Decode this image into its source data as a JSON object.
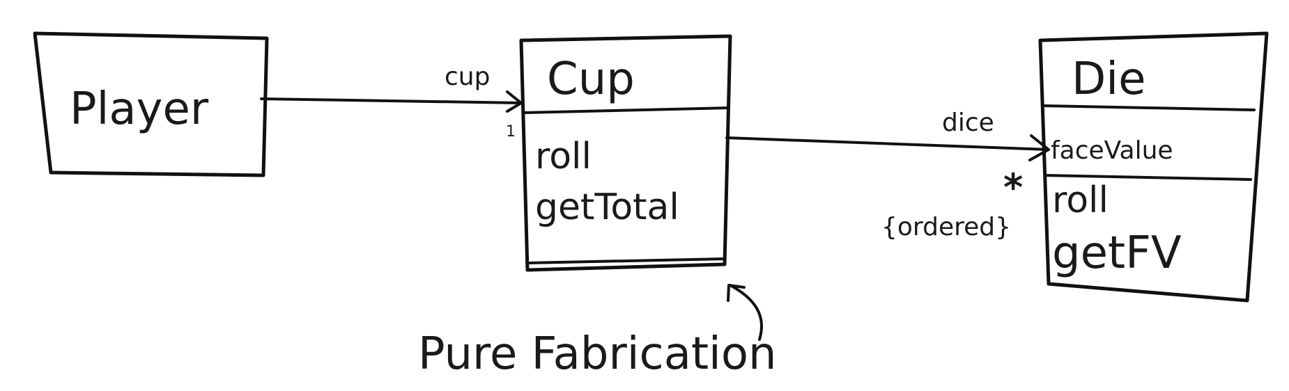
{
  "classes": {
    "player": {
      "name": "Player"
    },
    "cup": {
      "name": "Cup",
      "operations": [
        "roll",
        "getTotal"
      ]
    },
    "die": {
      "name": "Die",
      "attributes": [
        "faceValue"
      ],
      "operations": [
        "roll",
        "getFV"
      ]
    }
  },
  "associations": {
    "player_cup": {
      "role": "cup",
      "multiplicity": "1"
    },
    "cup_die": {
      "role": "dice",
      "multiplicity": "*",
      "constraint": "{ordered}"
    }
  },
  "annotation": {
    "text": "Pure Fabrication"
  }
}
